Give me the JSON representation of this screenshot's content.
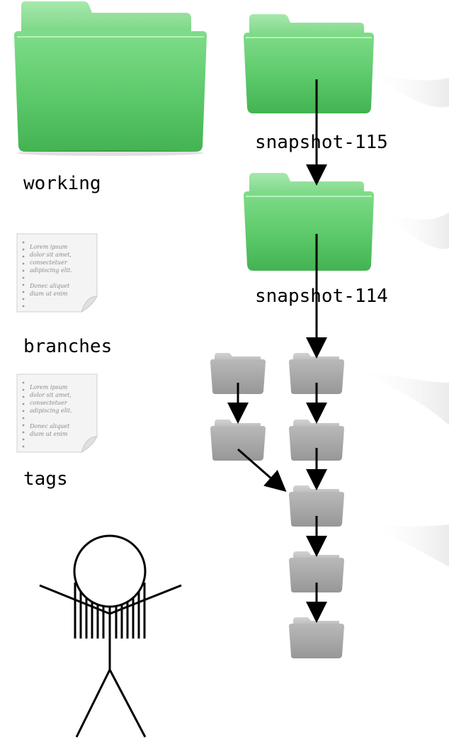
{
  "labels": {
    "working": "working",
    "snapshot_115": "snapshot-115",
    "snapshot_114": "snapshot-114",
    "branches": "branches",
    "tags": "tags"
  },
  "doc_lines": [
    "Lorem ipsum",
    "dolor sit amet,",
    "consectetuer",
    "adipiscing elit.",
    "",
    "Donec aliquet",
    "diam ut enim"
  ],
  "colors": {
    "green_folder": "#6fd27a",
    "green_folder_dark": "#3fae4e",
    "gray_folder": "#a7a7a7",
    "gray_folder_dark": "#8d8d8d",
    "arrow": "#000000"
  },
  "icons": {
    "working": "folder-green-icon",
    "snapshot": "folder-green-icon",
    "history": "folder-gray-icon",
    "document": "document-icon",
    "person": "stick-figure-icon"
  }
}
